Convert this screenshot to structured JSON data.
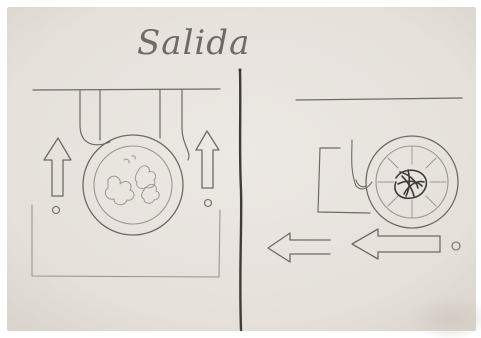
{
  "sketch": {
    "title": "Salida",
    "paper_color": "#e8e3dd",
    "pencil_color": "#6e6a66",
    "shadow_color": "#d3cdc6",
    "left_panel": {
      "arrow_left_direction": "up",
      "arrow_right_direction": "up"
    },
    "right_panel": {
      "arrow_1_direction": "left",
      "arrow_2_direction": "left"
    }
  }
}
